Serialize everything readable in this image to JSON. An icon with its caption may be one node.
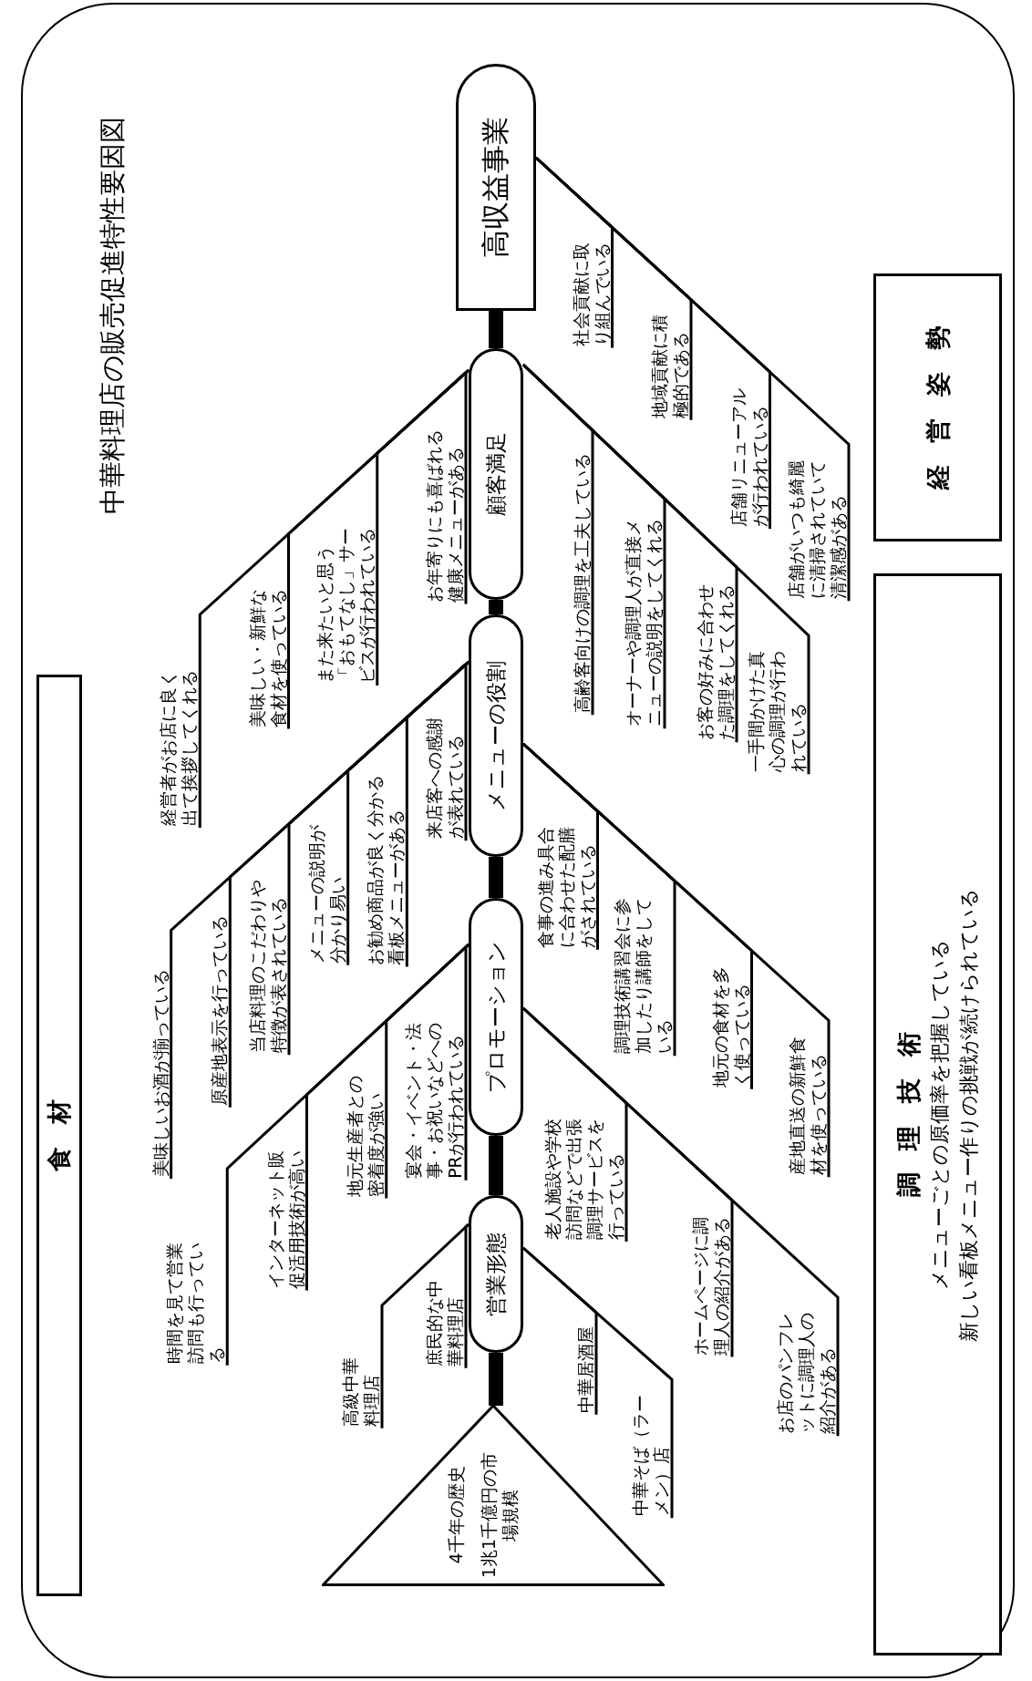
{
  "diagram": {
    "title": "中華料理店の販売促進特性要因図",
    "nodes": [
      {
        "text": [
          "4千年の歴史",
          "1兆1千億円の市場規模"
        ]
      },
      {
        "text": [
          "営業形態"
        ]
      },
      {
        "text": [
          "プロモーション"
        ]
      },
      {
        "text": [
          "メニューの役割"
        ]
      },
      {
        "text": [
          "顧客満足"
        ]
      },
      {
        "text": [
          "高収益事業"
        ]
      },
      {
        "text": [
          "高級中華料理店"
        ]
      },
      {
        "text": [
          "庶民的な中華料理店"
        ]
      },
      {
        "text": [
          "中華居酒屋"
        ]
      },
      {
        "text": [
          "中華そば（ラーメン）店"
        ]
      },
      {
        "text": [
          "時間を見て営業訪問も行っている"
        ]
      },
      {
        "text": [
          "インターネット販促活用技術が高い"
        ]
      },
      {
        "text": [
          "地元生産者との密着度が強い"
        ]
      },
      {
        "text": [
          "宴会・イベント・法事・お祝いなどへのPRが行われている"
        ]
      },
      {
        "text": [
          "老人施設や学校訪問などで出張調理サービスを行っている"
        ]
      },
      {
        "text": [
          "ホームページに調理人の紹介がある"
        ]
      },
      {
        "text": [
          "お店のパンフレットに調理人の紹介がある"
        ]
      },
      {
        "text": [
          "美味しいお酒が揃っている"
        ]
      },
      {
        "text": [
          "原産地表示を行っている"
        ]
      },
      {
        "text": [
          "当店料理のこだわりや特徴が表されている"
        ]
      },
      {
        "text": [
          "メニューの説明が分かり易い"
        ]
      },
      {
        "text": [
          "お勧め商品が良く分かる看板メニューがある"
        ]
      },
      {
        "text": [
          "来店客への感謝が表れている"
        ]
      },
      {
        "text": [
          "食事の進み具合に合わせた配膳がされている"
        ]
      },
      {
        "text": [
          "調理技術講習会に参加したり講師をしている"
        ]
      },
      {
        "text": [
          "地元の食材を多く使っている"
        ]
      },
      {
        "text": [
          "産地直送の新鮮食材を使っている"
        ]
      },
      {
        "text": [
          "経営者がお店に良く出て挨拶してくれる"
        ]
      },
      {
        "text": [
          "美味しい・新鮮な食材を使っている"
        ]
      },
      {
        "text": [
          "また来たいと思う「おもてなし」サービスが行われている"
        ]
      },
      {
        "text": [
          "お年寄りにも喜ばれる健康メニューがある"
        ]
      },
      {
        "text": [
          "高齢客向けの調理を工夫している"
        ]
      },
      {
        "text": [
          "オーナーや調理人が直接メニューの説明をしてくれる"
        ]
      },
      {
        "text": [
          "お客の好みに合わせた調理をしてくれる"
        ]
      },
      {
        "text": [
          "一手間かけた真心の調理が行われている"
        ]
      },
      {
        "text": [
          "社会貢献に取り組んでいる"
        ]
      },
      {
        "text": [
          "地域貢献に積極的である"
        ]
      },
      {
        "text": [
          "店舗リニューアルが行われている"
        ]
      },
      {
        "text": [
          "店舗がいつも綺麗に清掃されていて清潔感がある"
        ]
      },
      {
        "text": [
          "食材"
        ]
      },
      {
        "text": [
          "調理技術",
          "メニューごとの原価率を把握している",
          "新しい看板メニュー作りの挑戦が続けられている"
        ]
      },
      {
        "text": [
          "経営姿勢"
        ]
      }
    ],
    "edges": [
      {
        "from": 0,
        "to": 1,
        "arrow": "none",
        "style": "thick"
      },
      {
        "from": 1,
        "to": 2,
        "arrow": "none",
        "style": "thick"
      },
      {
        "from": 2,
        "to": 3,
        "arrow": "none",
        "style": "thick"
      },
      {
        "from": 3,
        "to": 4,
        "arrow": "none",
        "style": "thick"
      },
      {
        "from": 4,
        "to": 5,
        "arrow": "none",
        "style": "thick"
      },
      {
        "from": 6,
        "to": 1,
        "arrow": "none"
      },
      {
        "from": 7,
        "to": 1,
        "arrow": "none"
      },
      {
        "from": 8,
        "to": 1,
        "arrow": "none"
      },
      {
        "from": 9,
        "to": 1,
        "arrow": "none"
      },
      {
        "from": 10,
        "to": 2,
        "arrow": "none"
      },
      {
        "from": 11,
        "to": 2,
        "arrow": "none"
      },
      {
        "from": 12,
        "to": 2,
        "arrow": "none"
      },
      {
        "from": 13,
        "to": 2,
        "arrow": "none"
      },
      {
        "from": 14,
        "to": 2,
        "arrow": "none"
      },
      {
        "from": 15,
        "to": 2,
        "arrow": "none"
      },
      {
        "from": 16,
        "to": 2,
        "arrow": "none"
      },
      {
        "from": 17,
        "to": 3,
        "arrow": "none"
      },
      {
        "from": 18,
        "to": 3,
        "arrow": "none"
      },
      {
        "from": 19,
        "to": 3,
        "arrow": "none"
      },
      {
        "from": 20,
        "to": 3,
        "arrow": "none"
      },
      {
        "from": 21,
        "to": 3,
        "arrow": "none"
      },
      {
        "from": 22,
        "to": 3,
        "arrow": "none"
      },
      {
        "from": 23,
        "to": 3,
        "arrow": "none"
      },
      {
        "from": 24,
        "to": 3,
        "arrow": "none"
      },
      {
        "from": 25,
        "to": 3,
        "arrow": "none"
      },
      {
        "from": 26,
        "to": 3,
        "arrow": "none"
      },
      {
        "from": 27,
        "to": 4,
        "arrow": "none"
      },
      {
        "from": 28,
        "to": 4,
        "arrow": "none"
      },
      {
        "from": 29,
        "to": 4,
        "arrow": "none"
      },
      {
        "from": 30,
        "to": 4,
        "arrow": "none"
      },
      {
        "from": 31,
        "to": 4,
        "arrow": "none"
      },
      {
        "from": 32,
        "to": 4,
        "arrow": "none"
      },
      {
        "from": 33,
        "to": 4,
        "arrow": "none"
      },
      {
        "from": 34,
        "to": 4,
        "arrow": "none"
      },
      {
        "from": 35,
        "to": 5,
        "arrow": "none"
      },
      {
        "from": 36,
        "to": 5,
        "arrow": "none"
      },
      {
        "from": 37,
        "to": 5,
        "arrow": "none"
      },
      {
        "from": 38,
        "to": 5,
        "arrow": "none"
      }
    ]
  }
}
